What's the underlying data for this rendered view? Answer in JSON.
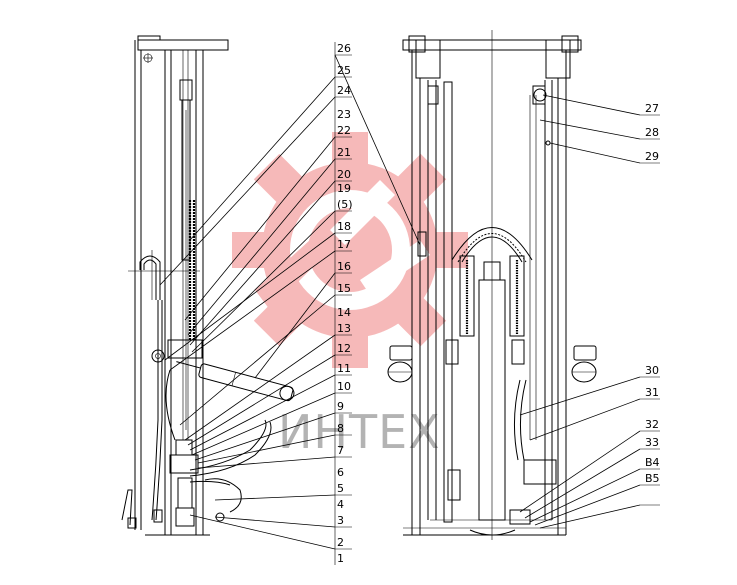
{
  "drawing": {
    "left_callouts": [
      "26",
      "25",
      "24",
      "23",
      "22",
      "21",
      "20",
      "19",
      "(5)",
      "18",
      "17",
      "16",
      "15",
      "14",
      "13",
      "12",
      "11",
      "10",
      "9",
      "8",
      "7",
      "6",
      "5",
      "4",
      "3",
      "2",
      "1"
    ],
    "right_callouts": [
      "27",
      "28",
      "29",
      "30",
      "31",
      "32",
      "33",
      "В4",
      "В5"
    ]
  },
  "watermark": {
    "text": "ИНТЕХ",
    "color": "#f08080"
  }
}
